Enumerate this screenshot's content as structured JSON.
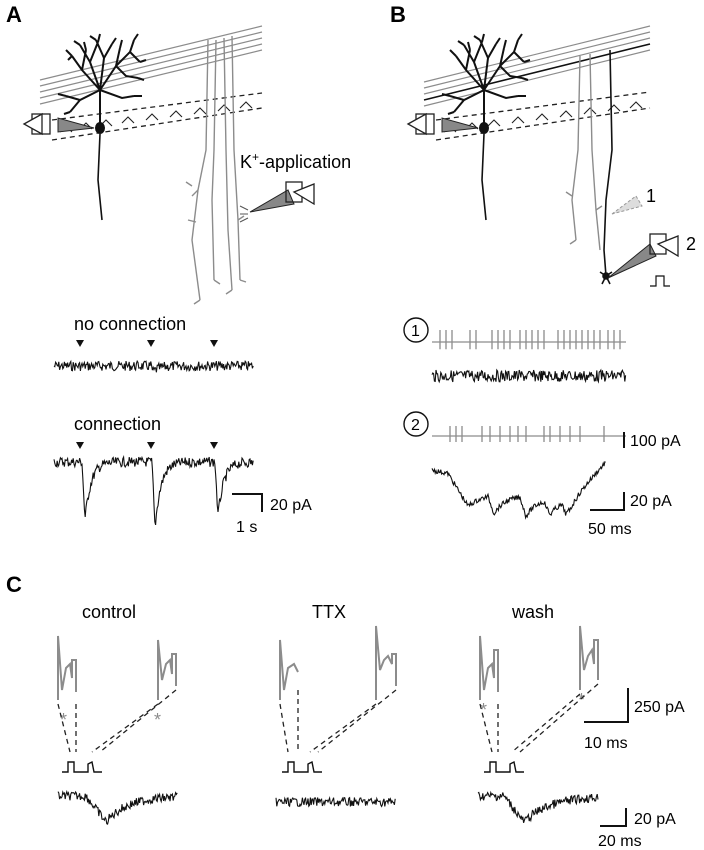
{
  "panels": {
    "a": {
      "letter": "A",
      "k_label": "K",
      "k_sup": "+",
      "k_suffix": "-application",
      "trace1_label": "no connection",
      "trace2_label": "connection",
      "scale_y": "20 pA",
      "scale_x": "1 s"
    },
    "b": {
      "letter": "B",
      "elec1": "1",
      "elec2": "2",
      "circle1": "1",
      "circle2": "2",
      "scale_top": "100 pA",
      "scale_y": "20 pA",
      "scale_x": "50 ms"
    },
    "c": {
      "letter": "C",
      "cond1": "control",
      "cond2": "TTX",
      "cond3": "wash",
      "scale_y_top": "250 pA",
      "scale_x_top": "10 ms",
      "scale_y_bot": "20 pA",
      "scale_x_bot": "20 ms",
      "star": "*"
    }
  },
  "colors": {
    "black": "#111111",
    "gray": "#8c8c8c"
  }
}
